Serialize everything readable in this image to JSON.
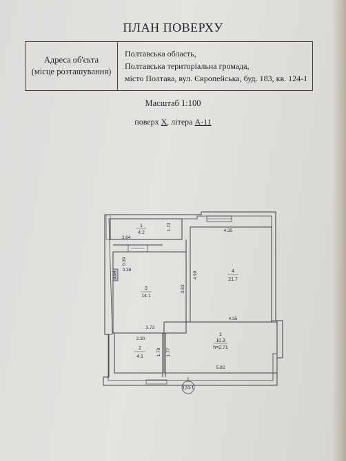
{
  "title": "ПЛАН ПОВЕРХУ",
  "address": {
    "label_line1": "Адреса об'єкта",
    "label_line2": "(місце розташування)",
    "line1": "Полтавська область,",
    "line2": "Полтавська територіальна громада,",
    "line3": "місто Полтава, вул. Європейська, буд. 183, кв. 124-1"
  },
  "scale": "Масштаб 1:100",
  "floor": {
    "prefix": "поверх ",
    "number": "X",
    "sep": ", літера ",
    "letter": "А-11"
  },
  "plan": {
    "rooms": [
      {
        "num": "1",
        "area": "4.2"
      },
      {
        "num": "3",
        "area": "14.1"
      },
      {
        "num": "4",
        "area": "21.7"
      },
      {
        "num": "2",
        "area": "4.1"
      },
      {
        "num": "1",
        "area": "10.3",
        "height": "h=2.71"
      }
    ],
    "dims": {
      "d_3_64": "3.64",
      "d_1_23": "1.23",
      "d_4_35_top": "4.35",
      "d_0_39": "0.39",
      "d_0_38": "0.38",
      "d_vent": "0.64",
      "d_3_83": "3.83",
      "d_4_99": "4.99",
      "d_3_73": "3.73",
      "d_4_35_bottom": "4.35",
      "d_2_30": "2.30",
      "d_1_78": "1.78",
      "d_1_77": "1.77",
      "d_5_82": "5.82"
    },
    "apartment_tag": "124-1"
  }
}
